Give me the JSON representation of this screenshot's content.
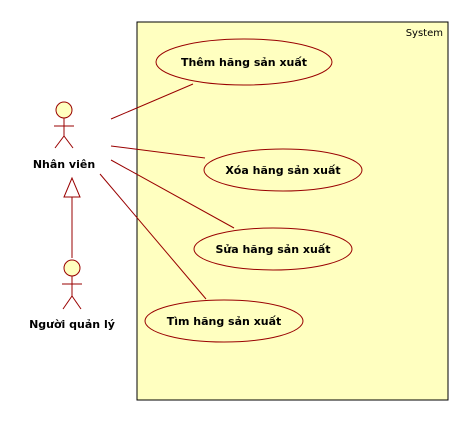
{
  "system": {
    "name": "System"
  },
  "actors": [
    {
      "id": "nhan-vien",
      "name": "Nhân viên"
    },
    {
      "id": "nguoi-quan-ly",
      "name": "Người quản lý"
    }
  ],
  "use_cases": [
    {
      "id": "them",
      "label": "Thêm hãng sản xuất"
    },
    {
      "id": "xoa",
      "label": "Xóa hãng sản xuất"
    },
    {
      "id": "sua",
      "label": "Sửa hãng sản xuất"
    },
    {
      "id": "tim",
      "label": "Tìm hãng sản xuất"
    }
  ],
  "colors": {
    "fill": "#ffffc0",
    "stroke": "#990000",
    "border": "#000000"
  }
}
